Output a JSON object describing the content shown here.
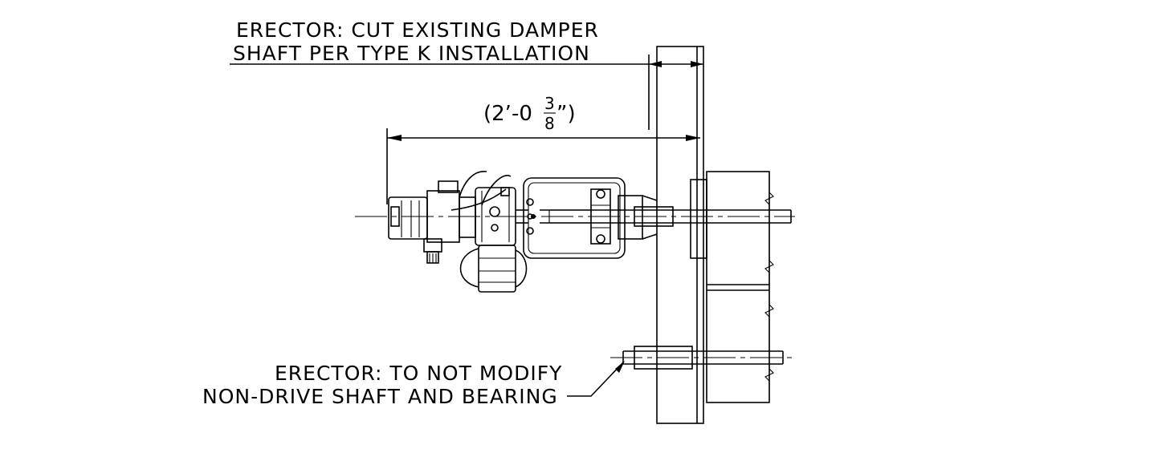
{
  "notes": {
    "top_line1": "ERECTOR: CUT EXISTING DAMPER",
    "top_line2": "SHAFT PER TYPE K INSTALLATION",
    "bottom_line1": "ERECTOR: TO NOT MODIFY",
    "bottom_line2": "NON-DRIVE SHAFT AND BEARING"
  },
  "dimension": {
    "open": "(2’-0",
    "numerator": "3",
    "denominator": "8",
    "close": "”)"
  }
}
